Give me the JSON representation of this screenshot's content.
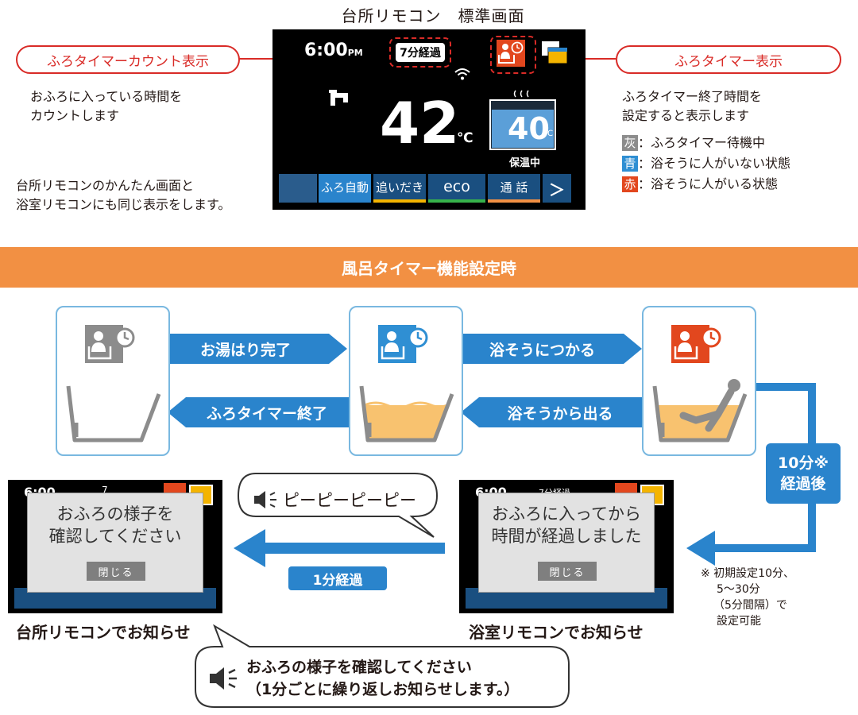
{
  "screen_title": "台所リモコン　標準画面",
  "left_callout": {
    "label": "ふろタイマーカウント表示",
    "desc_line1": "おふろに入っている時間を",
    "desc_line2": "カウントします"
  },
  "left_note": {
    "line1": "台所リモコンのかんたん画面と",
    "line2": "浴室リモコンにも同じ表示をします。"
  },
  "right_callout": {
    "label": "ふろタイマー表示",
    "desc_line1": "ふろタイマー終了時間を",
    "desc_line2": "設定すると表示します"
  },
  "legend": [
    {
      "key": "灰",
      "text": "：ふろタイマー待機中",
      "color": "#8c8c8c"
    },
    {
      "key": "青",
      "text": "：浴そうに人がいない状態",
      "color": "#2f8fd3"
    },
    {
      "key": "赤",
      "text": "：浴そうに人がいる状態",
      "color": "#e2471e"
    }
  ],
  "remote": {
    "time": "6:00",
    "time_suffix": "PM",
    "elapsed": "7分経過",
    "temp": "42",
    "temp_unit": "℃",
    "bath_temp": "40",
    "bath_unit": "℃",
    "keep_warm": "保温中",
    "buttons": [
      "ふろ自動",
      "追いだき",
      "eco",
      "通 話"
    ],
    "next": "＞"
  },
  "banner": "風呂タイマー機能設定時",
  "flow": {
    "arrow_fill_done": "お湯はり完了",
    "arrow_enter": "浴そうにつかる",
    "arrow_timer_end": "ふろタイマー終了",
    "arrow_exit": "浴そうから出る",
    "elapsed_badge_line1": "10分※",
    "elapsed_badge_line2": "経過後",
    "one_min": "1分経過"
  },
  "notify_kitchen": {
    "line1": "おふろの様子を",
    "line2": "確認してください",
    "close": "閉じる",
    "caption": "台所リモコンでお知らせ",
    "partial_time": "6:00",
    "partial_elapsed": "7"
  },
  "notify_bath": {
    "line1": "おふろに入ってから",
    "line2": "時間が経過しました",
    "close": "閉じる",
    "caption": "浴室リモコンでお知らせ",
    "partial_time": "6:00",
    "partial_elapsed": "7分経過"
  },
  "beep": "ピーピーピーピー",
  "voice": {
    "line1": "おふろの様子を確認してください",
    "line2": "（1分ごとに繰り返しお知らせします。）"
  },
  "footnote": {
    "line1": "※ 初期設定10分、",
    "line2": "5〜30分",
    "line3": "（5分間隔）で",
    "line4": "設定可能"
  },
  "colors": {
    "accent_red": "#d92b27",
    "flow_blue": "#2a84cc",
    "banner_orange": "#f29043",
    "card_border": "#79b8e0",
    "water": "#f8c26f",
    "tub_gray": "#8c8c8c"
  }
}
